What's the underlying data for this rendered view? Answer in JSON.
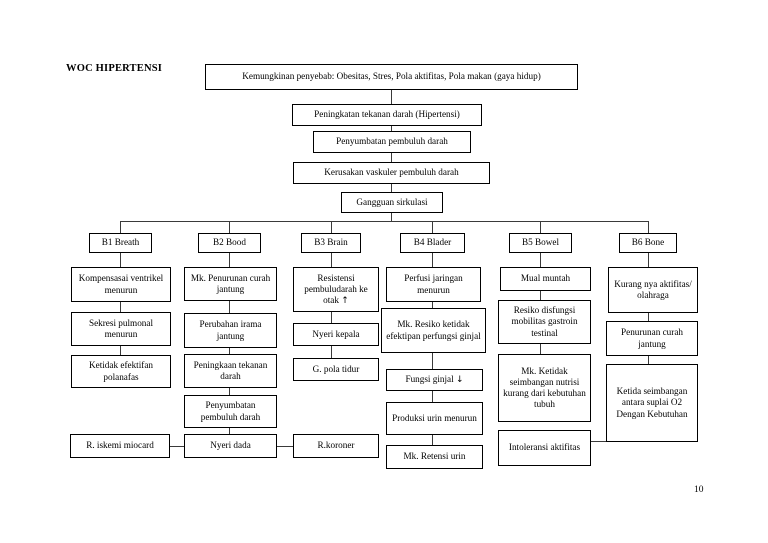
{
  "page": {
    "title": "WOC HIPERTENSI",
    "page_number": "10"
  },
  "chain": {
    "cause": "Kemungkinan penyebab: Obesitas, Stres, Pola aktifitas, Pola makan (gaya hidup)",
    "hypertension": "Peningkatan tekanan darah (Hipertensi)",
    "blockage": "Penyumbatan pembuluh darah",
    "vascular_damage": "Kerusakan vaskuler pembuluh darah",
    "circulation": "Gangguan sirkulasi"
  },
  "branches": [
    {
      "key": "b1",
      "header": "B1 Breath",
      "nodes": [
        "Kompensasai ventrikel menurun",
        "Sekresi pulmonal menurun",
        "Ketidak efektifan polanafas"
      ]
    },
    {
      "key": "b2",
      "header": "B2 Bood",
      "nodes": [
        "Mk. Penurunan curah jantung",
        "Perubahan irama jantung",
        "Peningkaan tekanan darah",
        "Penyumbatan pembuluh darah"
      ]
    },
    {
      "key": "b3",
      "header": "B3 Brain",
      "nodes": [
        "Resistensi pembuludarah ke otak",
        "Nyeri kepala",
        "G. pola tidur"
      ]
    },
    {
      "key": "b4",
      "header": "B4 Blader",
      "nodes": [
        "Perfusi jaringan menurun",
        "Mk. Resiko ketidak efektipan perfungsi ginjal",
        "Fungsi ginjal",
        "Produksi urin menurun",
        "Mk. Retensi urin"
      ]
    },
    {
      "key": "b5",
      "header": "B5 Bowel",
      "nodes": [
        "Mual muntah",
        "Resiko disfungsi mobilitas gastroin testinal",
        "Mk. Ketidak seimbangan nutrisi kurang dari kebutuhan tubuh",
        "Intoleransi aktifitas"
      ]
    },
    {
      "key": "b6",
      "header": "B6 Bone",
      "nodes": [
        "Kurang nya aktifitas/ olahraga",
        "Penurunan curah jantung",
        "Ketida seimbangan antara suplai O2 Dengan Kebutuhan"
      ]
    }
  ],
  "bottom_row": {
    "ischemia": "R. iskemi miocard",
    "chest_pain": "Nyeri dada",
    "coronary": "R.koroner"
  },
  "arrows": {
    "up": "↑",
    "down": "↓"
  }
}
